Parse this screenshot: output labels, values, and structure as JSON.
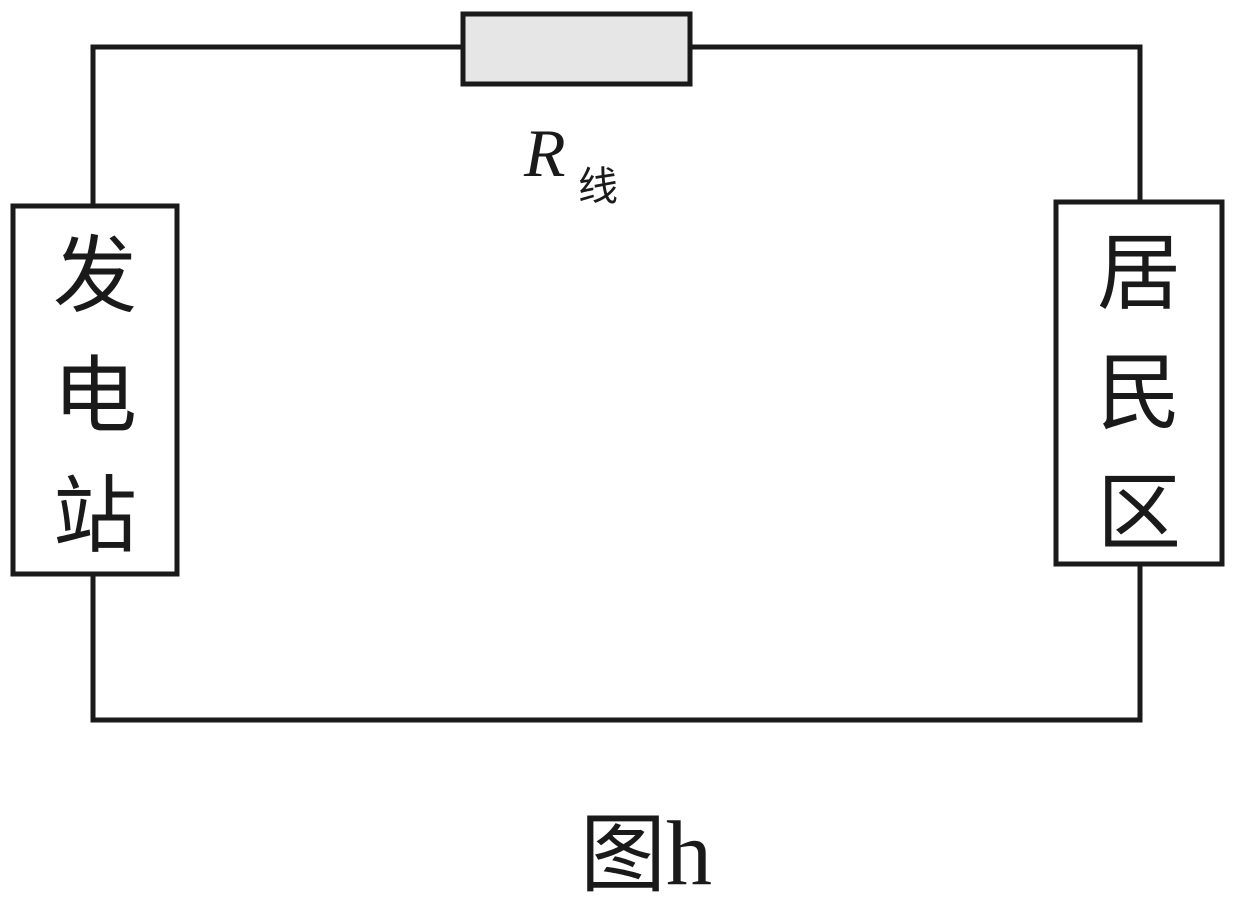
{
  "diagram": {
    "resistor": {
      "symbol": "R",
      "subscript": "线",
      "fill_color": "#e6e6e6"
    },
    "left_box": {
      "chars": [
        "发",
        "电",
        "站"
      ]
    },
    "right_box": {
      "chars": [
        "居",
        "民",
        "区"
      ]
    },
    "caption": {
      "main": "图",
      "suffix": "h"
    },
    "colors": {
      "line": "#1a1a1a",
      "background": "#ffffff"
    }
  }
}
